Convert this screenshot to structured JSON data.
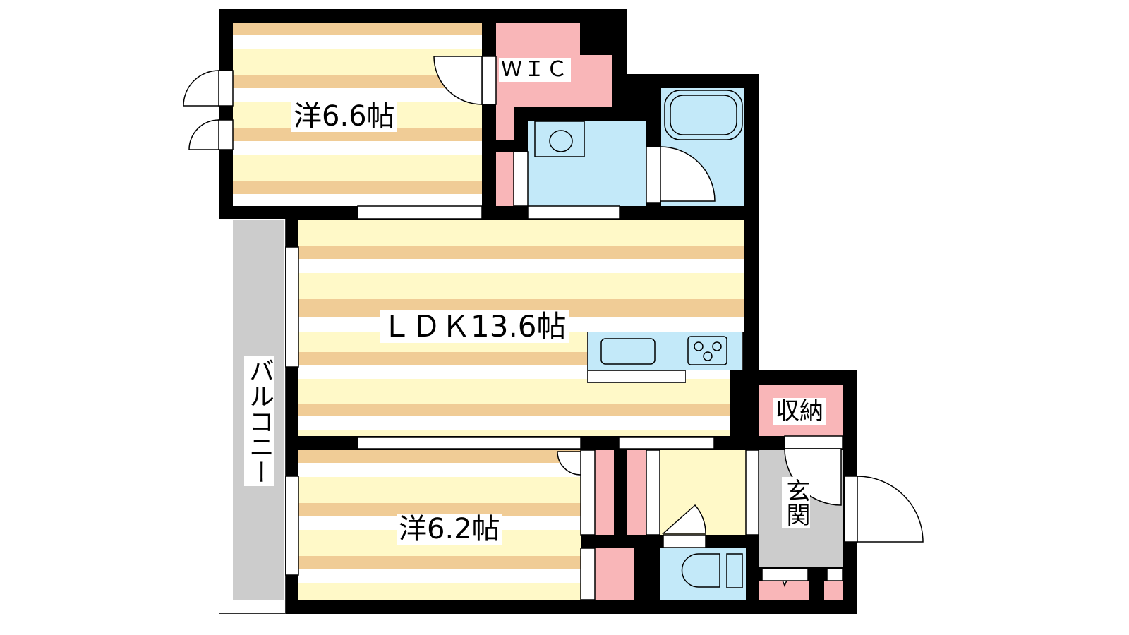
{
  "floor_plan": {
    "rooms": {
      "western_room_1": "洋6.6帖",
      "walk_in_closet": "ＷＩＣ",
      "ldk": "ＬＤＫ13.6帖",
      "balcony": "バルコニー",
      "storage": "収納",
      "entrance": "玄関",
      "western_room_2": "洋6.2帖"
    },
    "colors": {
      "wall": "#000000",
      "floor_stripe_tan": "#f0cc96",
      "floor_stripe_yellow": "#fff9c8",
      "storage_pink": "#f9b6b8",
      "wet_area_blue": "#c3e9f9",
      "entrance_gray": "#cccccc"
    }
  }
}
